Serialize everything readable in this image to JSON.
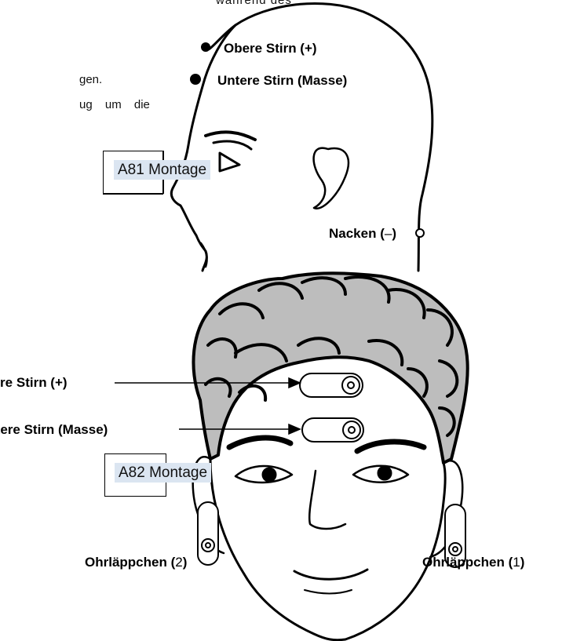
{
  "text_fragments": {
    "line1": "während des",
    "line2": "gen.",
    "line3": "ug um die"
  },
  "a81": {
    "title": "A81 Montage",
    "labels": {
      "upper_forehead": "Obere Stirn (+)",
      "lower_forehead": "Untere Stirn (Masse)",
      "neck_text": "Nacken (",
      "neck_sign": "–",
      "neck_close": ")"
    }
  },
  "a82": {
    "title": "A82 Montage",
    "labels": {
      "upper_forehead": "Obere Stirn (+)",
      "lower_forehead": "Untere Stirn (Masse)",
      "earlobe_right_text": "Ohrläppchen (",
      "earlobe_right_num": "2",
      "earlobe_left_text": "Ohrläppchen (",
      "earlobe_left_num": "1",
      "paren_close": ")"
    }
  },
  "colors": {
    "montage_highlight": "#dbe5f1",
    "hair_fill": "#bdbdbd",
    "line": "#000000"
  }
}
